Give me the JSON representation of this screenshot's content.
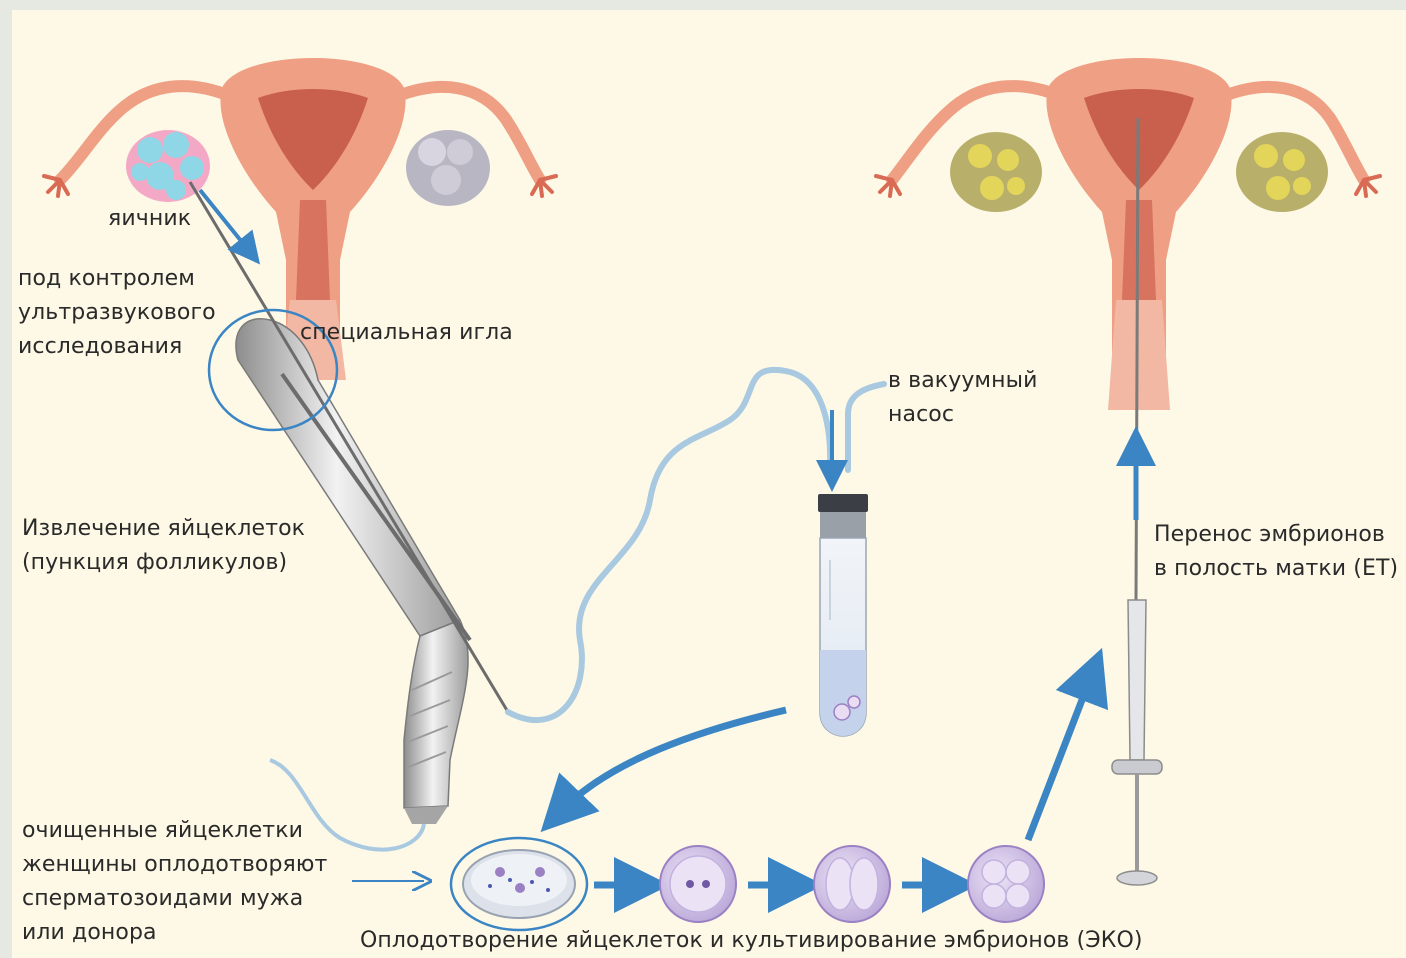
{
  "labels": {
    "ovary": "яичник",
    "ultrasound": "под контролем\nультразвукового\nисследования",
    "needle": "специальная игла",
    "retrieval": "Извлечение яйцеклеток\n(пункция фолликулов)",
    "vacuum": "в вакуумный\nнасос",
    "transfer": "Перенос эмбрионов\nв полость матки (ET)",
    "fertilize": "очищенные яйцеклетки\nженщины оплодотворяют\n сперматозоидами мужа\nили донора",
    "ivf": "Оплодотворение яйцеклеток и культивирование эмбрионов (ЭКО)"
  },
  "colors": {
    "background": "#fdf9e6",
    "uterus": "#ef9f84",
    "uterus_dark": "#c9604e",
    "ovary_stimulated": "#8fd6e6",
    "ovary_grey": "#b9b6c4",
    "ovary_yellow": "#b8b06a",
    "arrow": "#3b85c4",
    "tube": "#a9c9e1",
    "embryo": "#b7a3d6"
  }
}
